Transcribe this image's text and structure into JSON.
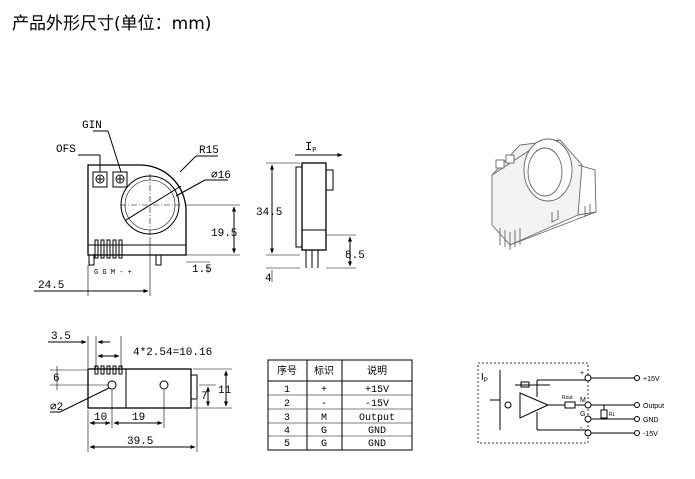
{
  "title": "产品外形尺寸(单位：mm)",
  "front_view": {
    "gin": "GIN",
    "ofs": "OFS",
    "r15": "R15",
    "dia16": "⌀16",
    "dim_19_5": "19.5",
    "dim_1_5": "1.5",
    "dim_24_5": "24.5",
    "pin_letters": "G G M - +"
  },
  "side_view": {
    "ip": "I",
    "ip_sub": "P",
    "dim_34_5": "34.5",
    "dim_8_5": "8.5",
    "dim_4": "4"
  },
  "bottom_view": {
    "dim_3_5": "3.5",
    "pitch": "4*2.54=10.16",
    "dim_6": "6",
    "dim_2": "⌀2",
    "dim_7": "7",
    "dim_11": "11",
    "dim_10": "10",
    "dim_19": "19",
    "dim_39_5": "39.5"
  },
  "pin_table": {
    "headers": [
      "序号",
      "标识",
      "说明"
    ],
    "rows": [
      [
        "1",
        "+",
        "+15V"
      ],
      [
        "2",
        "-",
        "-15V"
      ],
      [
        "3",
        "M",
        "Output"
      ],
      [
        "4",
        "G",
        "GND"
      ],
      [
        "5",
        "G",
        "GND"
      ]
    ]
  },
  "circuit": {
    "ip": "I",
    "ip_sub": "P",
    "plus": "+",
    "minus": "-",
    "m": "M",
    "g": "G",
    "rout": "Rout",
    "rl": "RL",
    "labels": [
      "+15V",
      "Output",
      "GND",
      "-15V"
    ]
  }
}
